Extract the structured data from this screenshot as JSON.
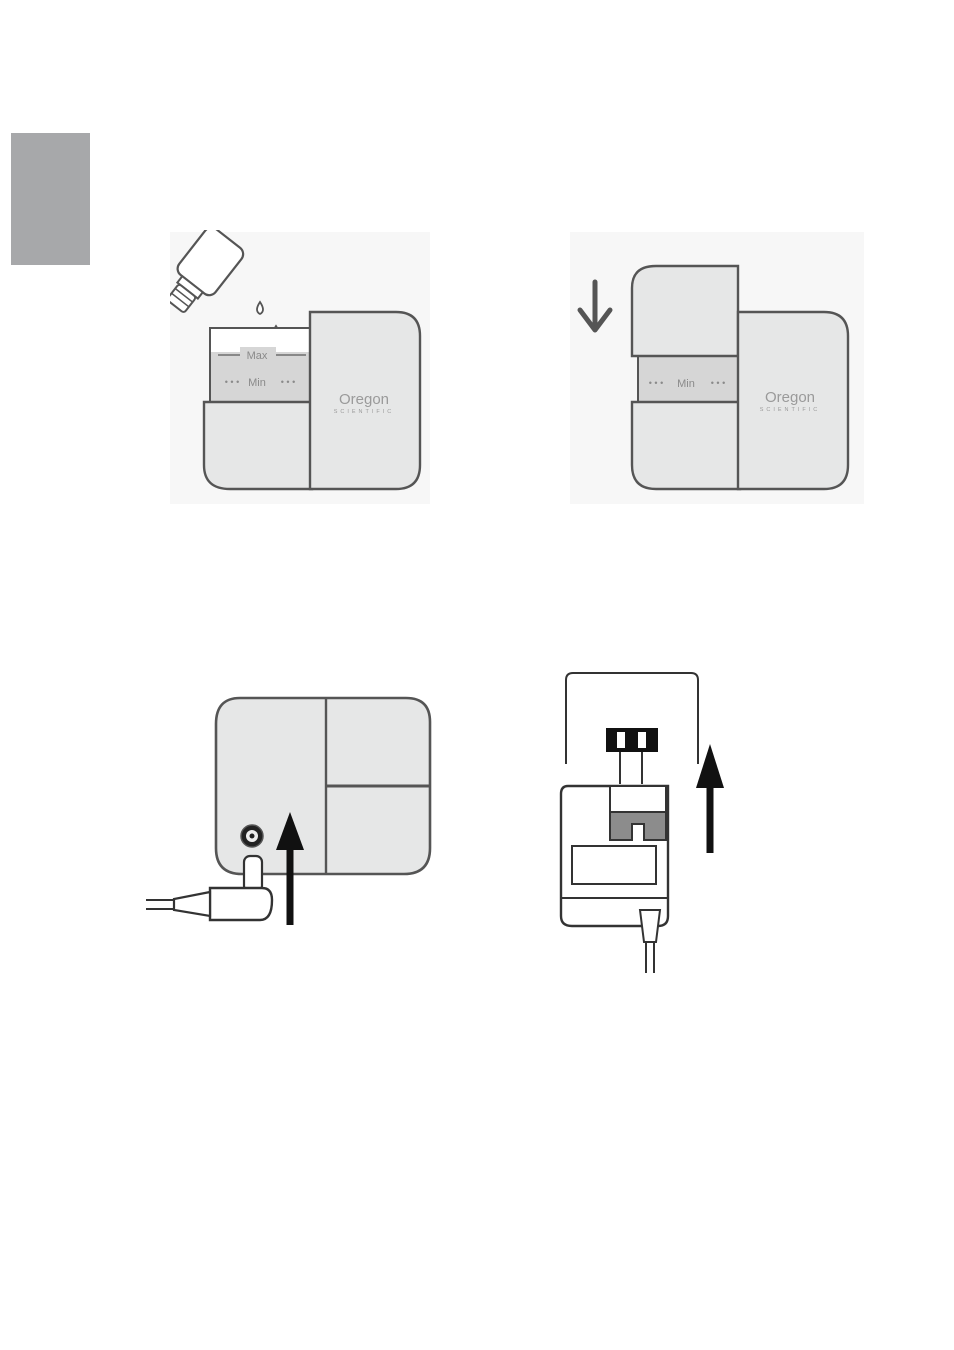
{
  "figure1": {
    "max_label": "Max",
    "min_label": "Min",
    "min_dots_left": "• • •",
    "min_dots_right": "• • •",
    "brand_name": "Oregon",
    "brand_sub": "SCIENTIFIC"
  },
  "figure2": {
    "min_label": "Min",
    "min_dots_left": "• • •",
    "min_dots_right": "• • •",
    "brand_name": "Oregon",
    "brand_sub": "SCIENTIFIC"
  },
  "colors": {
    "outline": "#555555",
    "body_fill": "#e6e7e7",
    "water_fill": "#d2d2d2",
    "panel_bg": "#f7f7f7",
    "side_tab": "#a7a8aa",
    "arrow": "#111111"
  }
}
